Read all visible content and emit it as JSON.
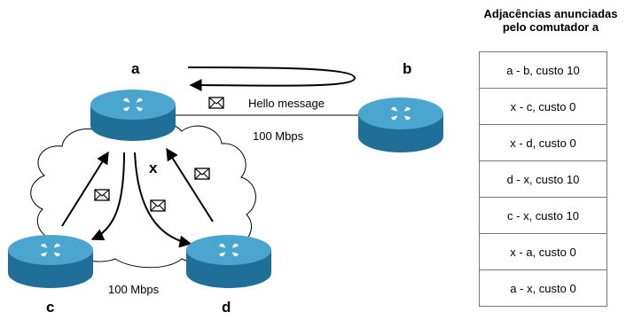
{
  "nodes": {
    "a": "a",
    "b": "b",
    "c": "c",
    "d": "d",
    "x": "x"
  },
  "hello_label": "Hello message",
  "link_ab_speed": "100 Mbps",
  "link_cd_speed": "100 Mbps",
  "table": {
    "title_line1": "Adjacências anunciadas",
    "title_line2": "pelo comutador a",
    "rows": [
      "a - b, custo 10",
      "x - c, custo 0",
      "x - d, custo 0",
      "d - x, custo 10",
      "c - x, custo 10",
      "x - a, custo 0",
      "a - x, custo 0"
    ]
  },
  "colors": {
    "router_top": "#4aa6cf",
    "router_side": "#1f6f98",
    "line": "#000000"
  }
}
